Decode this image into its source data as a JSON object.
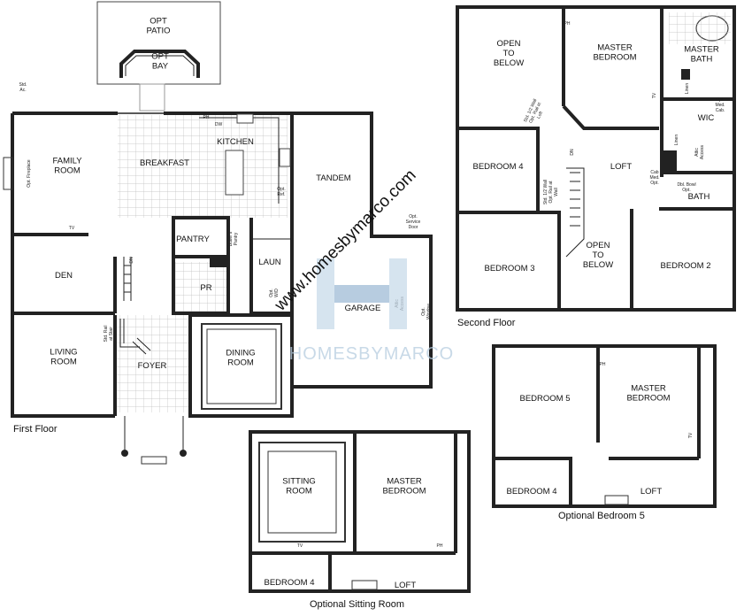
{
  "first_floor": {
    "caption": "First Floor",
    "rooms": {
      "opt_patio": "OPT\nPATIO",
      "opt_bay": "OPT\nBAY",
      "family_room": "FAMILY\nROOM",
      "breakfast": "BREAKFAST",
      "kitchen": "KITCHEN",
      "tandem": "TANDEM",
      "den": "DEN",
      "pantry": "PANTRY",
      "laun": "LAUN",
      "pr": "PR",
      "garage": "GARAGE",
      "living_room": "LIVING\nROOM",
      "foyer": "FOYER",
      "dining_room": "DINING\nROOM"
    },
    "notes": {
      "std_ac": "Std.\nAc.",
      "opt_fireplace": "Opt. Fireplace",
      "tv": "TV",
      "ph": "PH",
      "dw": "DW",
      "opt_service_door": "Opt.\nService\nDoor",
      "butlers_pantry": "Butler's\nPantry",
      "opt_wd": "Opt.\nW/D",
      "attic_access": "Attic\nAccess",
      "opt_window": "Opt.\nWindow",
      "std_rail": "Std. Rail\nat Stair",
      "opt_ref": "Opt.\nRef.",
      "dn": "DN"
    }
  },
  "second_floor": {
    "caption": "Second Floor",
    "rooms": {
      "open_to_below_1": "OPEN\nTO\nBELOW",
      "master_bedroom": "MASTER\nBEDROOM",
      "master_bath": "MASTER\nBATH",
      "wic": "WIC",
      "bedroom_4": "BEDROOM 4",
      "loft": "LOFT",
      "bath": "BATH",
      "bedroom_3": "BEDROOM 3",
      "open_to_below_2": "OPEN\nTO\nBELOW",
      "bedroom_2": "BEDROOM 2"
    },
    "notes": {
      "ph": "PH",
      "tv": "TV",
      "linen_1": "Linen",
      "linen_2": "Linen",
      "attic_access": "Attic\nAccess",
      "opt_med_cab": "Opt.\nMed.\nCab.",
      "cab_med_opt": "Cab\nMed.\nOpt.",
      "dbl_bowl_opt": "Dbl. Bowl\nOpt.",
      "std_rail_loft": "Std. 1/2 Wall\nOpt. Rail at\nLoft",
      "std_rail_wall": "Std. 1/2 Wall\nOpt. Rail at\nWall",
      "dn": "DN"
    }
  },
  "optional_bedroom_5": {
    "caption": "Optional Bedroom 5",
    "rooms": {
      "bedroom_5": "BEDROOM 5",
      "master_bedroom": "MASTER\nBEDROOM",
      "bedroom_4": "BEDROOM 4",
      "loft": "LOFT"
    },
    "notes": {
      "ph": "PH",
      "tv": "TV"
    }
  },
  "optional_sitting_room": {
    "caption": "Optional Sitting Room",
    "rooms": {
      "sitting_room": "SITTING\nROOM",
      "master_bedroom": "MASTER\nBEDROOM",
      "bedroom_4": "BEDROOM 4",
      "loft": "LOFT"
    },
    "notes": {
      "tv": "TV",
      "ph": "PH"
    }
  },
  "watermark": {
    "brand": "HOMESBYMARCO",
    "url": "www.homesbymarco.com",
    "accent_color": "#9fbcd6"
  }
}
